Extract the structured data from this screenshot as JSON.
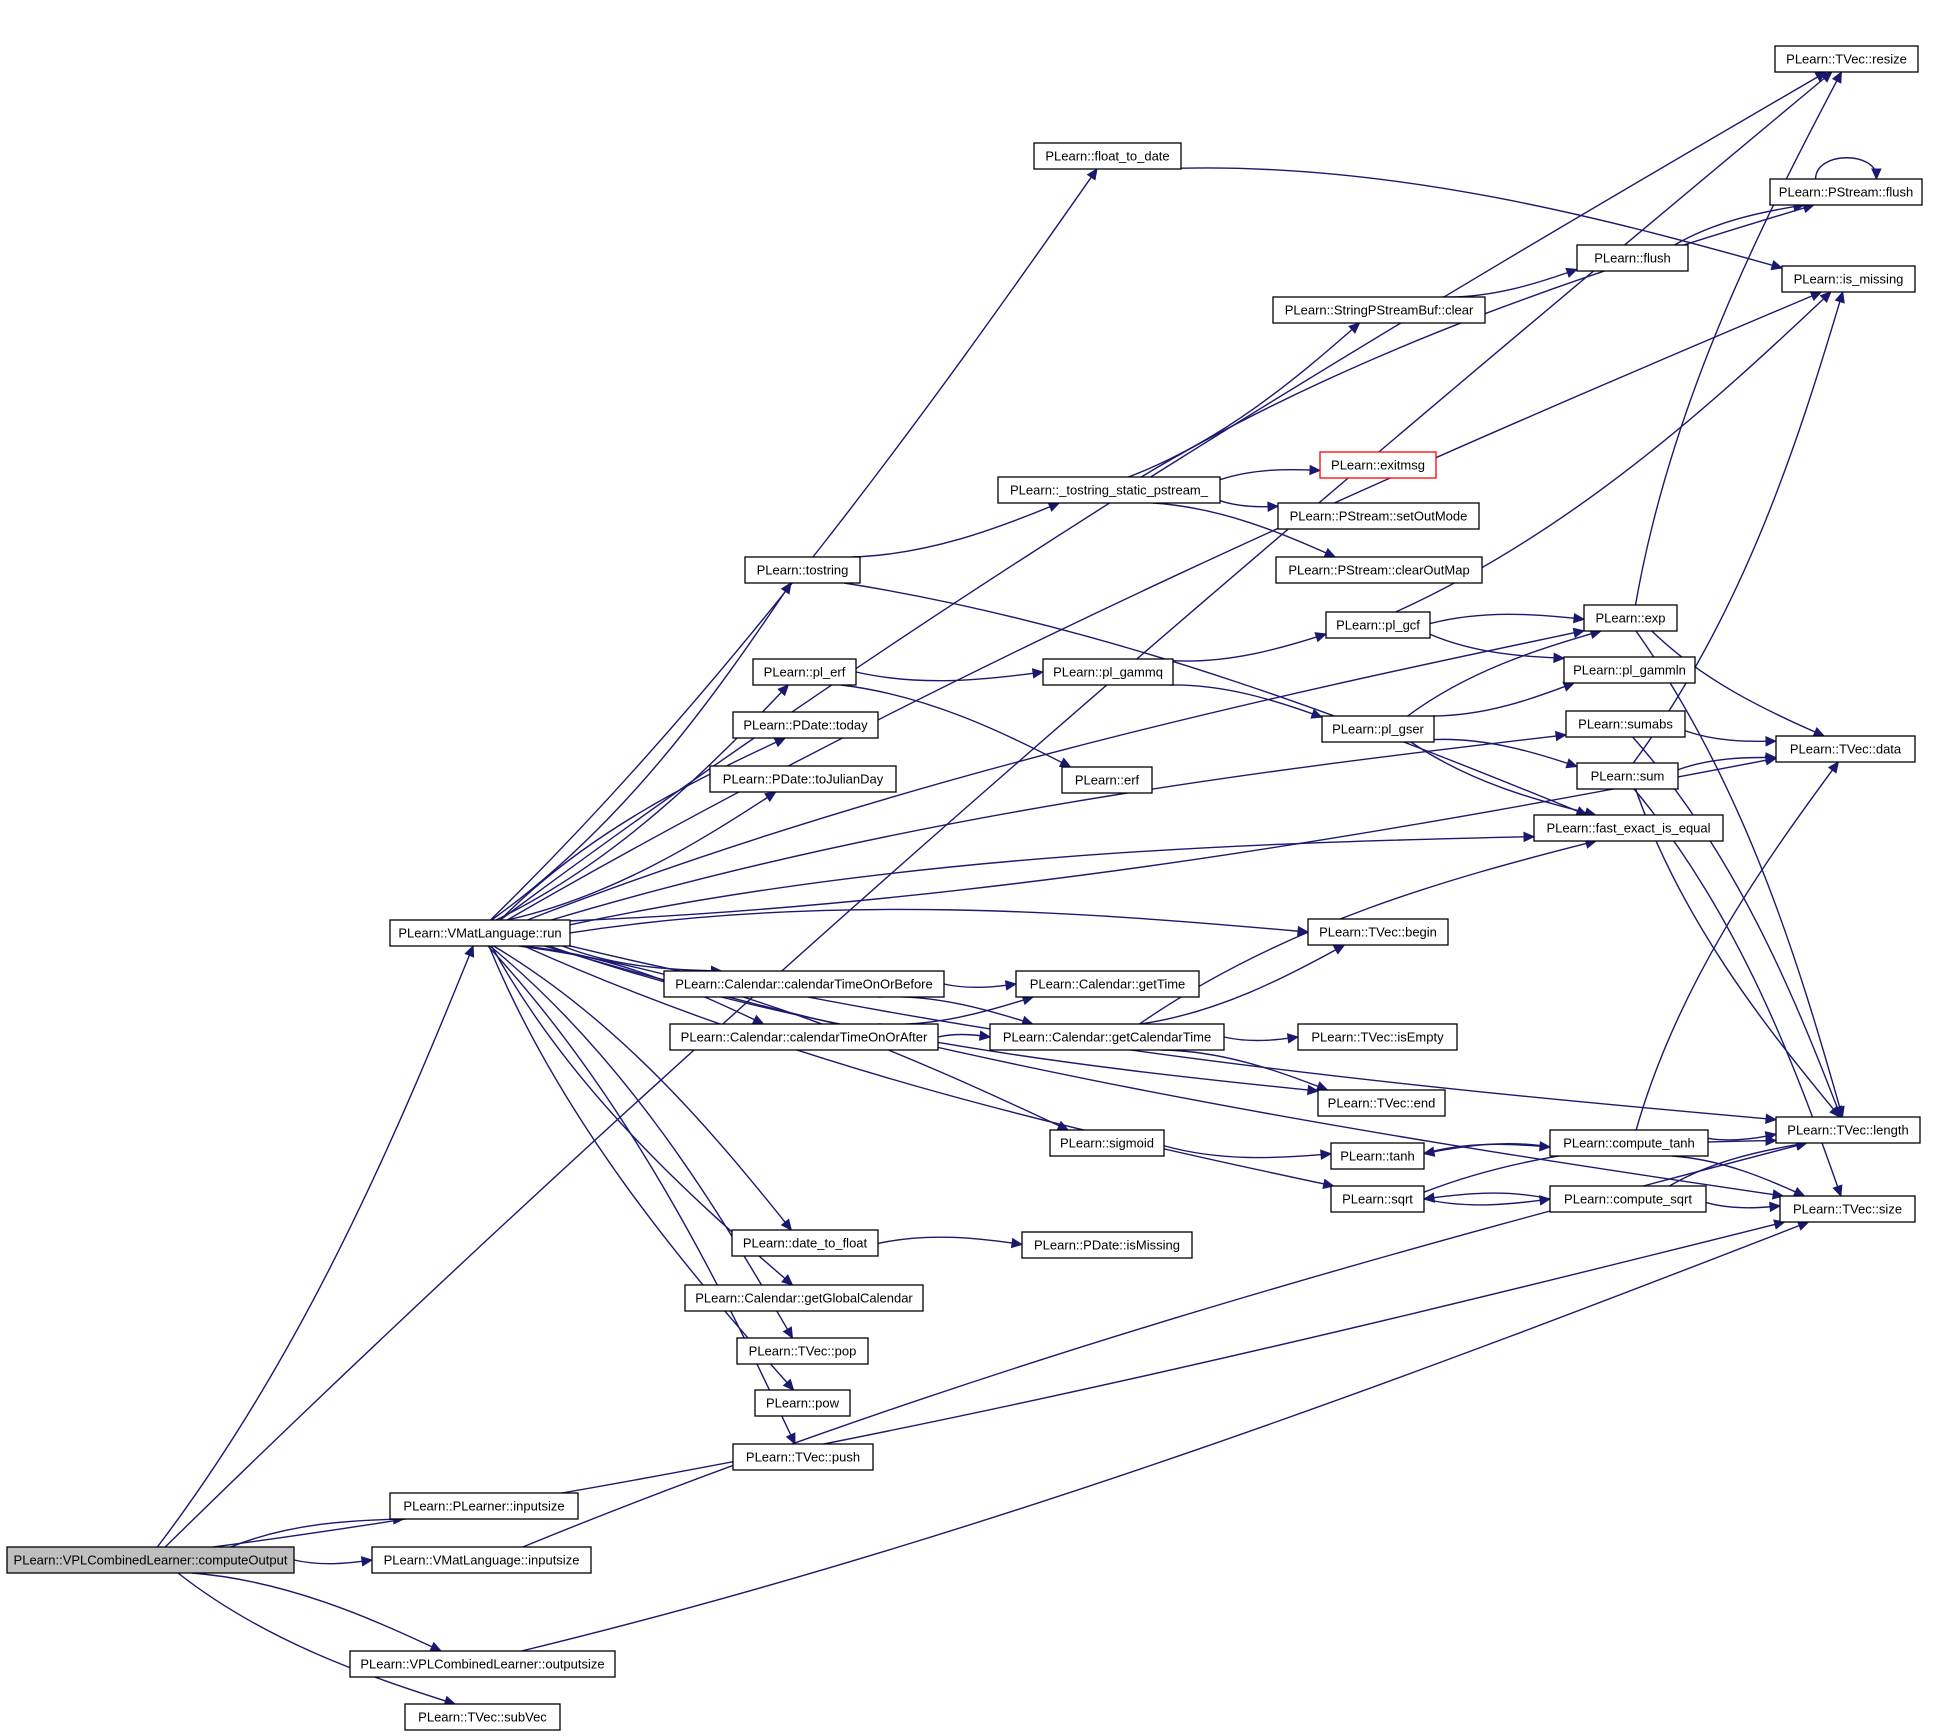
{
  "graph": {
    "nodes": [
      {
        "id": "computeOutput",
        "label": "PLearn::VPLCombinedLearner::computeOutput",
        "highlight": "root"
      },
      {
        "id": "vmrun",
        "label": "PLearn::VMatLanguage::run"
      },
      {
        "id": "plinputsize",
        "label": "PLearn::PLearner::inputsize"
      },
      {
        "id": "vminputsize",
        "label": "PLearn::VMatLanguage::inputsize"
      },
      {
        "id": "outputsize",
        "label": "PLearn::VPLCombinedLearner::outputsize"
      },
      {
        "id": "subVec",
        "label": "PLearn::TVec::subVec"
      },
      {
        "id": "resize",
        "label": "PLearn::TVec::resize"
      },
      {
        "id": "float_to_date",
        "label": "PLearn::float_to_date"
      },
      {
        "id": "psflush",
        "label": "PLearn::PStream::flush"
      },
      {
        "id": "is_missing",
        "label": "PLearn::is_missing"
      },
      {
        "id": "flush",
        "label": "PLearn::flush"
      },
      {
        "id": "spsbclear",
        "label": "PLearn::StringPStreamBuf::clear"
      },
      {
        "id": "exitmsg",
        "label": "PLearn::exitmsg",
        "highlight": "red"
      },
      {
        "id": "tostring_static",
        "label": "PLearn::_tostring_static_pstream_"
      },
      {
        "id": "setOutMode",
        "label": "PLearn::PStream::setOutMode"
      },
      {
        "id": "clearOutMap",
        "label": "PLearn::PStream::clearOutMap"
      },
      {
        "id": "tostring",
        "label": "PLearn::tostring"
      },
      {
        "id": "pl_gcf",
        "label": "PLearn::pl_gcf"
      },
      {
        "id": "exp",
        "label": "PLearn::exp"
      },
      {
        "id": "pl_erf",
        "label": "PLearn::pl_erf"
      },
      {
        "id": "pl_gammq",
        "label": "PLearn::pl_gammq"
      },
      {
        "id": "pl_gammln",
        "label": "PLearn::pl_gammln"
      },
      {
        "id": "today",
        "label": "PLearn::PDate::today"
      },
      {
        "id": "pl_gser",
        "label": "PLearn::pl_gser"
      },
      {
        "id": "sumabs",
        "label": "PLearn::sumabs"
      },
      {
        "id": "tvdata",
        "label": "PLearn::TVec::data"
      },
      {
        "id": "toJulianDay",
        "label": "PLearn::PDate::toJulianDay"
      },
      {
        "id": "erf",
        "label": "PLearn::erf"
      },
      {
        "id": "sum",
        "label": "PLearn::sum"
      },
      {
        "id": "fast_exact",
        "label": "PLearn::fast_exact_is_equal"
      },
      {
        "id": "begin",
        "label": "PLearn::TVec::begin"
      },
      {
        "id": "ctoob",
        "label": "PLearn::Calendar::calendarTimeOnOrBefore"
      },
      {
        "id": "getTime",
        "label": "PLearn::Calendar::getTime"
      },
      {
        "id": "ctooa",
        "label": "PLearn::Calendar::calendarTimeOnOrAfter"
      },
      {
        "id": "getCalendarTime",
        "label": "PLearn::Calendar::getCalendarTime"
      },
      {
        "id": "isEmpty",
        "label": "PLearn::TVec::isEmpty"
      },
      {
        "id": "end",
        "label": "PLearn::TVec::end"
      },
      {
        "id": "sigmoid",
        "label": "PLearn::sigmoid"
      },
      {
        "id": "tanh",
        "label": "PLearn::tanh"
      },
      {
        "id": "compute_tanh",
        "label": "PLearn::compute_tanh"
      },
      {
        "id": "length",
        "label": "PLearn::TVec::length"
      },
      {
        "id": "sqrt",
        "label": "PLearn::sqrt"
      },
      {
        "id": "compute_sqrt",
        "label": "PLearn::compute_sqrt"
      },
      {
        "id": "size",
        "label": "PLearn::TVec::size"
      },
      {
        "id": "date_to_float",
        "label": "PLearn::date_to_float"
      },
      {
        "id": "isMissing",
        "label": "PLearn::PDate::isMissing"
      },
      {
        "id": "getGlobalCalendar",
        "label": "PLearn::Calendar::getGlobalCalendar"
      },
      {
        "id": "pop",
        "label": "PLearn::TVec::pop"
      },
      {
        "id": "pow",
        "label": "PLearn::pow"
      },
      {
        "id": "push",
        "label": "PLearn::TVec::push"
      }
    ],
    "edges": [
      [
        "computeOutput",
        "vmrun"
      ],
      [
        "computeOutput",
        "plinputsize"
      ],
      [
        "computeOutput",
        "vminputsize"
      ],
      [
        "computeOutput",
        "outputsize"
      ],
      [
        "computeOutput",
        "subVec"
      ],
      [
        "computeOutput",
        "resize"
      ],
      [
        "computeOutput",
        "size"
      ],
      [
        "vminputsize",
        "length"
      ],
      [
        "outputsize",
        "size"
      ],
      [
        "vmrun",
        "resize"
      ],
      [
        "vmrun",
        "float_to_date"
      ],
      [
        "vmrun",
        "is_missing"
      ],
      [
        "vmrun",
        "tvdata"
      ],
      [
        "vmrun",
        "exp"
      ],
      [
        "vmrun",
        "tostring"
      ],
      [
        "vmrun",
        "sumabs"
      ],
      [
        "vmrun",
        "pl_erf"
      ],
      [
        "vmrun",
        "today"
      ],
      [
        "vmrun",
        "toJulianDay"
      ],
      [
        "vmrun",
        "fast_exact"
      ],
      [
        "vmrun",
        "length"
      ],
      [
        "vmrun",
        "begin"
      ],
      [
        "vmrun",
        "ctoob"
      ],
      [
        "vmrun",
        "ctooa"
      ],
      [
        "vmrun",
        "end"
      ],
      [
        "vmrun",
        "sigmoid"
      ],
      [
        "vmrun",
        "sqrt"
      ],
      [
        "vmrun",
        "date_to_float"
      ],
      [
        "vmrun",
        "getGlobalCalendar"
      ],
      [
        "vmrun",
        "pop"
      ],
      [
        "vmrun",
        "pow"
      ],
      [
        "vmrun",
        "push"
      ],
      [
        "vmrun",
        "size"
      ],
      [
        "float_to_date",
        "is_missing"
      ],
      [
        "psflush",
        "psflush"
      ],
      [
        "flush",
        "psflush"
      ],
      [
        "spsbclear",
        "flush"
      ],
      [
        "tostring_static",
        "psflush"
      ],
      [
        "tostring_static",
        "spsbclear"
      ],
      [
        "tostring_static",
        "exitmsg"
      ],
      [
        "tostring_static",
        "setOutMode"
      ],
      [
        "tostring_static",
        "clearOutMap"
      ],
      [
        "tostring",
        "tostring_static"
      ],
      [
        "tostring",
        "fast_exact"
      ],
      [
        "pl_erf",
        "pl_gammq"
      ],
      [
        "pl_erf",
        "erf"
      ],
      [
        "pl_gammq",
        "pl_gcf"
      ],
      [
        "pl_gammq",
        "pl_gser"
      ],
      [
        "pl_gcf",
        "is_missing"
      ],
      [
        "pl_gcf",
        "exp"
      ],
      [
        "pl_gcf",
        "pl_gammln"
      ],
      [
        "pl_gser",
        "exp"
      ],
      [
        "pl_gser",
        "pl_gammln"
      ],
      [
        "pl_gser",
        "sum"
      ],
      [
        "pl_gser",
        "fast_exact"
      ],
      [
        "exp",
        "resize"
      ],
      [
        "exp",
        "tvdata"
      ],
      [
        "exp",
        "length"
      ],
      [
        "sumabs",
        "tvdata"
      ],
      [
        "sumabs",
        "length"
      ],
      [
        "sum",
        "is_missing"
      ],
      [
        "sum",
        "tvdata"
      ],
      [
        "sum",
        "length"
      ],
      [
        "sum",
        "size"
      ],
      [
        "ctoob",
        "getTime"
      ],
      [
        "ctoob",
        "getCalendarTime"
      ],
      [
        "ctooa",
        "getTime"
      ],
      [
        "ctooa",
        "getCalendarTime"
      ],
      [
        "getCalendarTime",
        "begin"
      ],
      [
        "getCalendarTime",
        "fast_exact"
      ],
      [
        "getCalendarTime",
        "isEmpty"
      ],
      [
        "getCalendarTime",
        "end"
      ],
      [
        "sigmoid",
        "tanh"
      ],
      [
        "tanh",
        "compute_tanh"
      ],
      [
        "compute_tanh",
        "tanh"
      ],
      [
        "compute_tanh",
        "tvdata"
      ],
      [
        "compute_tanh",
        "length"
      ],
      [
        "compute_tanh",
        "size"
      ],
      [
        "sqrt",
        "compute_sqrt"
      ],
      [
        "sqrt",
        "length"
      ],
      [
        "compute_sqrt",
        "sqrt"
      ],
      [
        "compute_sqrt",
        "length"
      ],
      [
        "compute_sqrt",
        "size"
      ],
      [
        "date_to_float",
        "isMissing"
      ]
    ]
  }
}
